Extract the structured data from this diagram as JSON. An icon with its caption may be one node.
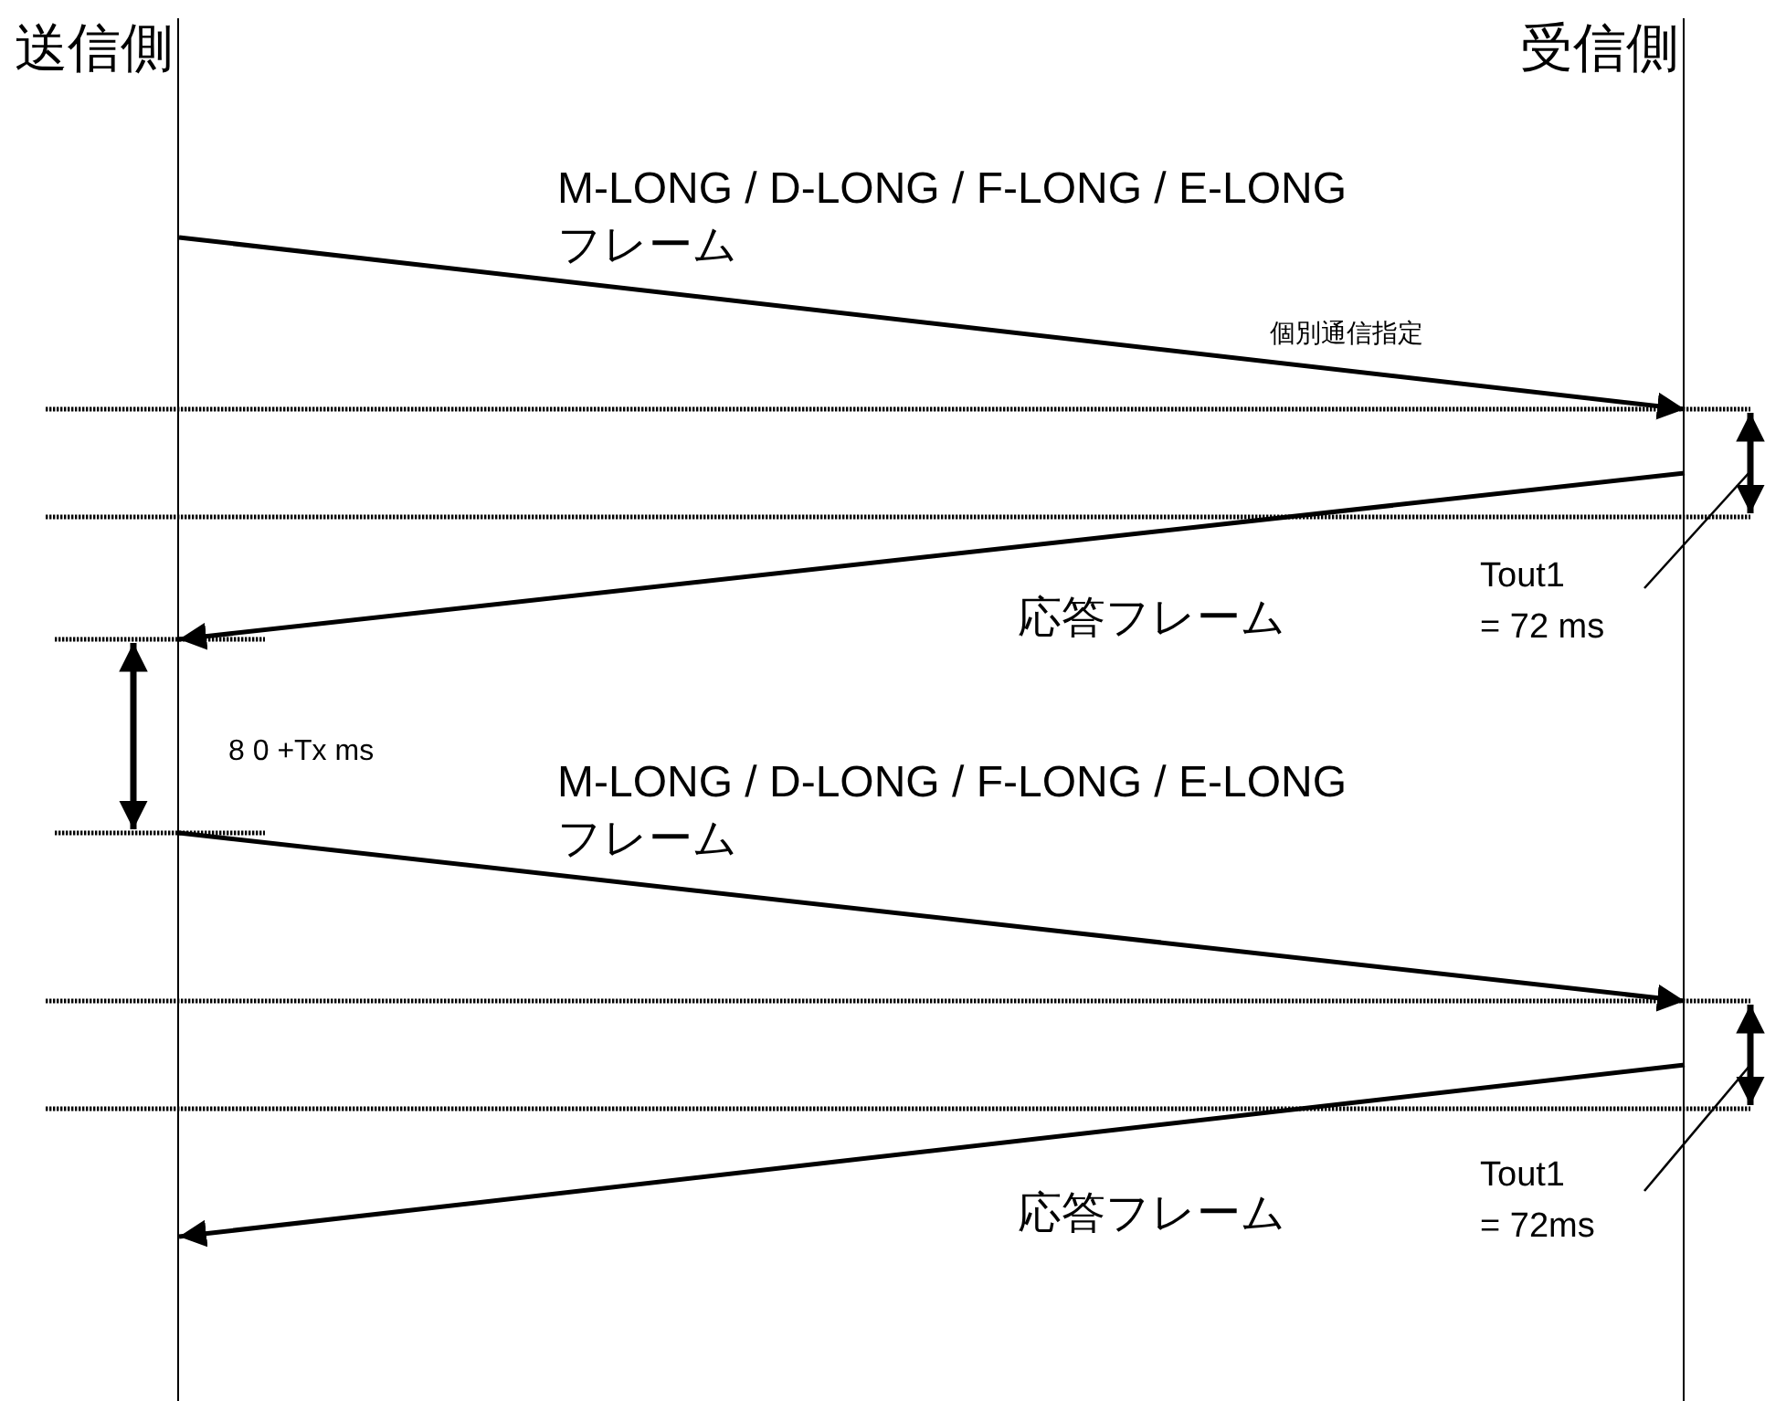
{
  "diagram": {
    "nodes": [
      {
        "text": [
          "送信側"
        ]
      },
      {
        "text": [
          "受信側"
        ]
      },
      {
        "text": [
          "Tout1",
          "= 72 ms"
        ]
      },
      {
        "text": [
          "Tout1",
          "= 72ms"
        ]
      }
    ],
    "edges": [
      {
        "from": 0,
        "to": 1,
        "arrow": "to",
        "label": "M-LONG / D-LONG / F-LONG / E-LONG フレーム"
      },
      {
        "from": 1,
        "to": 0,
        "arrow": "to",
        "label": "応答フレーム"
      },
      {
        "from": 0,
        "to": 1,
        "arrow": "to",
        "label": "M-LONG / D-LONG / F-LONG / E-LONG フレーム"
      },
      {
        "from": 1,
        "to": 0,
        "arrow": "to",
        "label": "応答フレーム"
      },
      {
        "from": 2,
        "to": null,
        "arrow": "none"
      },
      {
        "from": 3,
        "to": null,
        "arrow": "none"
      }
    ],
    "labels": [
      "個別通信指定",
      "8 0 +Tx ms"
    ]
  }
}
